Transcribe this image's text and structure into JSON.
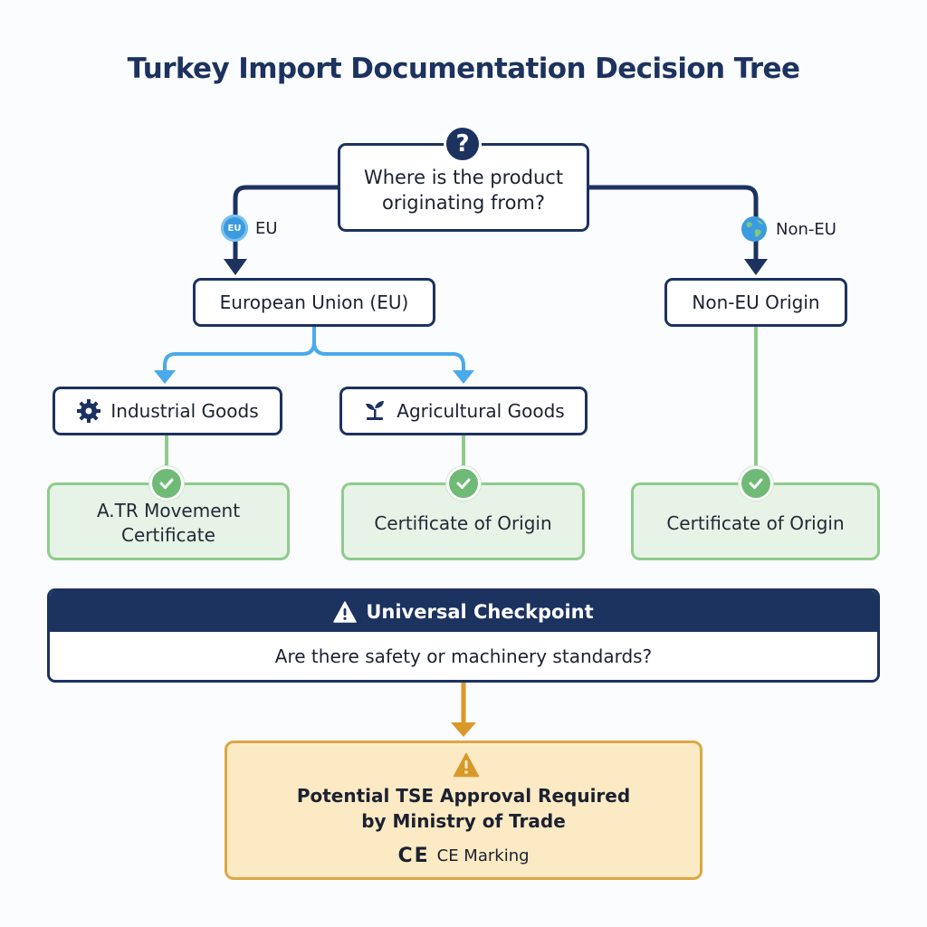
{
  "title": "Turkey Import Documentation Decision Tree",
  "root": {
    "question": "Where is the product originating from?",
    "icon": "question-mark-icon"
  },
  "branches": {
    "eu": {
      "label": "EU",
      "badge_text": "EU",
      "node": "European Union (EU)"
    },
    "non_eu": {
      "label": "Non-EU",
      "node": "Non-EU Origin"
    }
  },
  "categories": {
    "industrial": {
      "label": "Industrial Goods",
      "icon": "gear-icon"
    },
    "agricultural": {
      "label": "Agricultural Goods",
      "icon": "sprout-icon"
    }
  },
  "results": {
    "industrial_line1": "A.TR Movement",
    "industrial_line2": "Certificate",
    "agricultural": "Certificate of Origin",
    "non_eu": "Certificate of Origin"
  },
  "checkpoint": {
    "title": "Universal Checkpoint",
    "question": "Are there safety or machinery standards?"
  },
  "final": {
    "line1": "Potential TSE Approval Required",
    "line2": "by Ministry of Trade",
    "ce_symbol": "CE",
    "ce_label": "CE Marking"
  },
  "colors": {
    "navy": "#1c325f",
    "eu_blue": "#4aaaea",
    "green": "#8fcb8c",
    "gold": "#d9992a",
    "final_fill": "#fbeac4"
  }
}
